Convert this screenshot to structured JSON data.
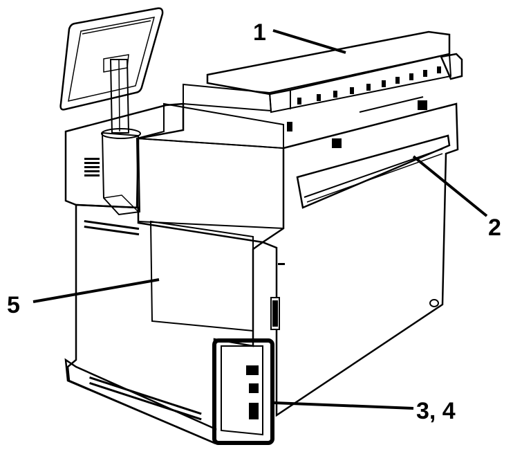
{
  "callouts": {
    "c1": "1",
    "c2": "2",
    "c34": "3, 4",
    "c5": "5"
  },
  "colors": {
    "line": "#000000",
    "fill": "#ffffff",
    "shade": "#e9e9e9"
  }
}
